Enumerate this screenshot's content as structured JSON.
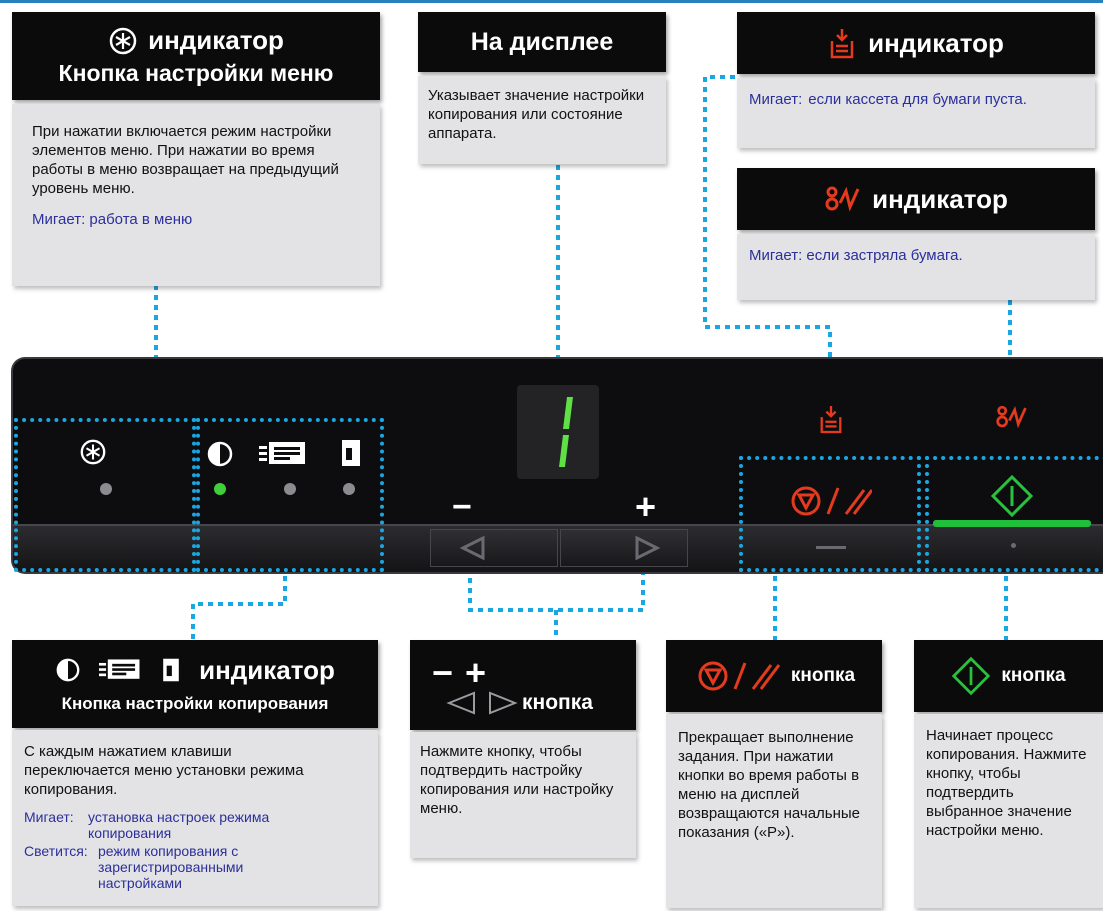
{
  "menu_button": {
    "header_line1": "индикатор",
    "header_line2": "Кнопка настройки меню",
    "description": "При нажатии включается режим настройки элементов меню. При нажатии во время работы в меню возвращает на предыдущий уровень меню.",
    "blink": "Мигает: работа в меню"
  },
  "display": {
    "header": "На дисплее",
    "description": "Указывает значение настройки копирования или состояние аппарата.",
    "digit": "1"
  },
  "paper_indicator": {
    "header": "индикатор",
    "blink_label": "Мигает:",
    "blink_text": "если кассета для бумаги пуста."
  },
  "jam_indicator": {
    "header": "индикатор",
    "blink_label": "Мигает:",
    "blink_text": "если застряла бумага."
  },
  "copy_settings": {
    "header_line1": "индикатор",
    "header_line2": "Кнопка настройки копирования",
    "description": "С каждым нажатием клавиши переключается меню установки режима копирования.",
    "blink_label": "Мигает:",
    "blink_text": "установка настроек режима копирования",
    "lit_label": "Светится:",
    "lit_text": "режим копирования с зарегистрированными настройками"
  },
  "plus_minus": {
    "minus": "−",
    "plus": "+",
    "header_suffix": "кнопка",
    "description": "Нажмите кнопку, чтобы подтвердить настройку копирования или настройку меню."
  },
  "stop_button": {
    "header_suffix": "кнопка",
    "description": "Прекращает выполнение задания. При нажатии кнопки во время работы в меню на дисплей возвращаются начальные показания («P»)."
  },
  "start_button": {
    "header_suffix": "кнопка",
    "description": "Начинает процесс копирования. Нажмите кнопку, чтобы подтвердить выбранное значение настройки меню."
  },
  "panel": {
    "minus": "−",
    "plus": "+",
    "led_on_color": "#3fcf3a",
    "led_off_color": "#8c8c90"
  },
  "colors": {
    "callout_line": "#1aa6e0",
    "header_bg": "#0b0b0b",
    "box_bg": "#e3e3e5",
    "blue_text": "#2b2f9b",
    "red_icon": "#e53a1e",
    "green_icon": "#28c23c"
  }
}
